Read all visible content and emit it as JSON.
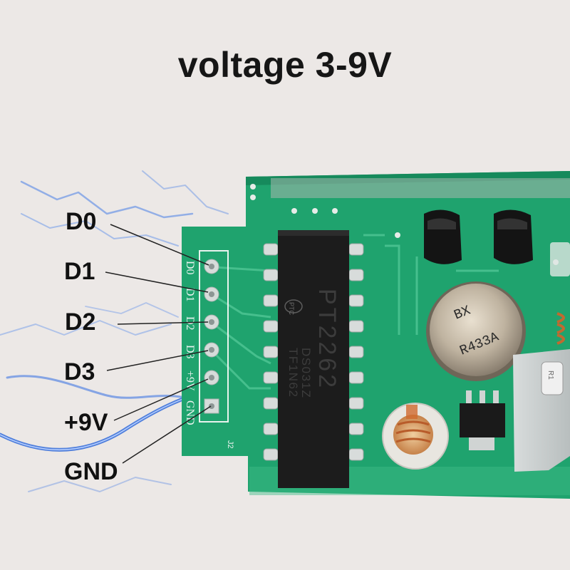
{
  "title": "voltage 3-9V",
  "pins": [
    {
      "label": "D0",
      "silk": "D0"
    },
    {
      "label": "D1",
      "silk": "D1"
    },
    {
      "label": "D2",
      "silk": "D2"
    },
    {
      "label": "D3",
      "silk": "D3"
    },
    {
      "label": "+9V",
      "silk": "+9V"
    },
    {
      "label": "GND",
      "silk": "GND"
    }
  ],
  "board": {
    "connector_label": "J2",
    "chip_text": "PT2262",
    "chip_logo": "PTC",
    "chip_line2": "DS031Z",
    "chip_line3": "TF1N62",
    "resonator_line1": "BX",
    "resonator_line2": "R433A",
    "resistor_text": "R1"
  },
  "colors": {
    "pcb": "#1fa36e",
    "pcb_dark": "#168a5c",
    "chip": "#1c1c1c",
    "background": "#ece8e6",
    "lightning": "#4a7fe0"
  }
}
